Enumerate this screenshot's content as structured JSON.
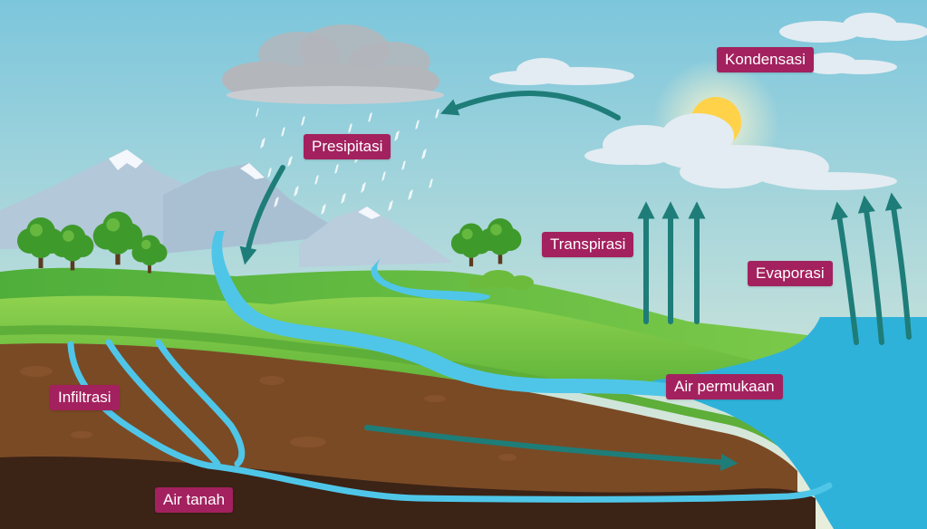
{
  "labels": {
    "kondensasi": "Kondensasi",
    "presipitasi": "Presipitasi",
    "transpirasi": "Transpirasi",
    "evaporasi": "Evaporasi",
    "air_permukaan": "Air permukaan",
    "infiltrasi": "Infiltrasi",
    "air_tanah": "Air tanah"
  },
  "colors": {
    "label_bg": "#a3215e",
    "arrow": "#1e7d78",
    "water": "#4fc6e8",
    "sea": "#2fb2da",
    "sky_top": "#7cc6dc",
    "sky_bottom": "#e9eeda",
    "grass": "#6bc043",
    "soil": "#7a4a25",
    "deep_soil": "#3b2316",
    "sun": "#ffd24a",
    "cloud": "#e3ecf2",
    "rain_cloud": "#b3b6bb",
    "mountain": "#b9cddd",
    "tree": "#3f9a2c"
  },
  "icons": [
    "sun-icon",
    "rain-cloud-icon",
    "cloud-icon",
    "tree-icon",
    "mountain-icon",
    "arrow-icon"
  ]
}
